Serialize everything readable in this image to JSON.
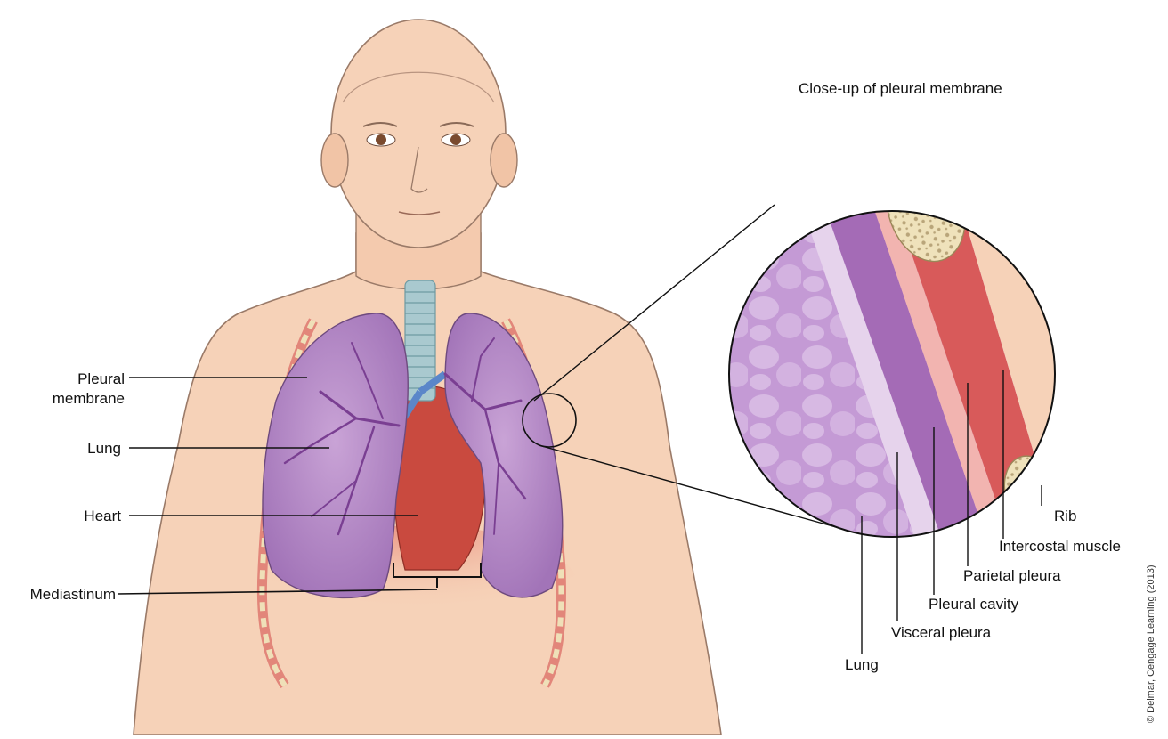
{
  "closeup_title": "Close-up of pleural membrane",
  "left_labels": {
    "pleural_membrane_line1": "Pleural",
    "pleural_membrane_line2": "membrane",
    "lung": "Lung",
    "heart": "Heart",
    "mediastinum": "Mediastinum"
  },
  "closeup_labels": {
    "rib": "Rib",
    "intercostal_muscle": "Intercostal muscle",
    "parietal_pleura": "Parietal pleura",
    "pleural_cavity": "Pleural cavity",
    "visceral_pleura": "Visceral pleura",
    "lung": "Lung"
  },
  "credit": "© Delmar, Cengage Learning (2013)",
  "colors": {
    "skin": "#f6d2b8",
    "skin_outline": "#9a7a68",
    "lung": "#b98bc6",
    "lung_dark": "#9c66b0",
    "bronchi": "#7a3f92",
    "heart": "#c94a3f",
    "trachea": "#a9c9cf",
    "rib": "#ede0b8",
    "muscle": "#d85a5a",
    "pleura_pink": "#f2b4b0"
  }
}
